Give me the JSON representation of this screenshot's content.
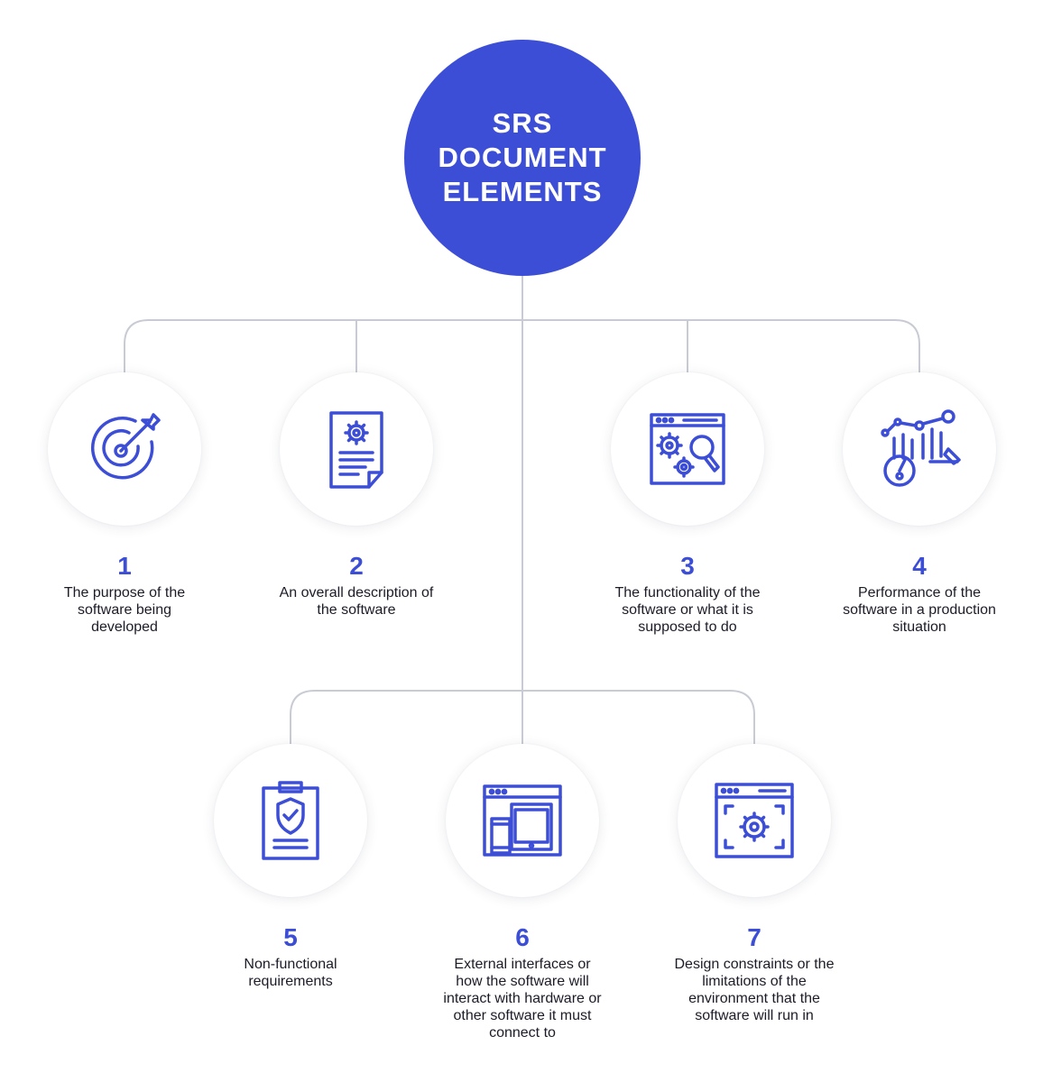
{
  "root": {
    "title_lines": [
      "SRS",
      "DOCUMENT",
      "ELEMENTS"
    ],
    "color": "#3d4ed6"
  },
  "accent_color": "#3d4ed6",
  "connector_color": "#c9cbd4",
  "items": [
    {
      "number": "1",
      "icon": "target-arrow-icon",
      "lines": [
        "The purpose of the",
        "software being",
        "developed"
      ]
    },
    {
      "number": "2",
      "icon": "document-gear-icon",
      "lines": [
        "An overall description of",
        "the software"
      ]
    },
    {
      "number": "3",
      "icon": "browser-gears-magnifier-icon",
      "lines": [
        "The functionality of the",
        "software or what it is",
        "supposed to do"
      ]
    },
    {
      "number": "4",
      "icon": "performance-chart-gauge-icon",
      "lines": [
        "Performance of the",
        "software in a production",
        "situation"
      ]
    },
    {
      "number": "5",
      "icon": "clipboard-shield-icon",
      "lines": [
        "Non-functional",
        "requirements"
      ]
    },
    {
      "number": "6",
      "icon": "multi-device-window-icon",
      "lines": [
        "External interfaces or",
        "how the software will",
        "interact with hardware or",
        "other software it must",
        "connect to"
      ]
    },
    {
      "number": "7",
      "icon": "window-gear-frame-icon",
      "lines": [
        "Design constraints or the",
        "limitations of the",
        "environment that the",
        "software will run in"
      ]
    }
  ]
}
